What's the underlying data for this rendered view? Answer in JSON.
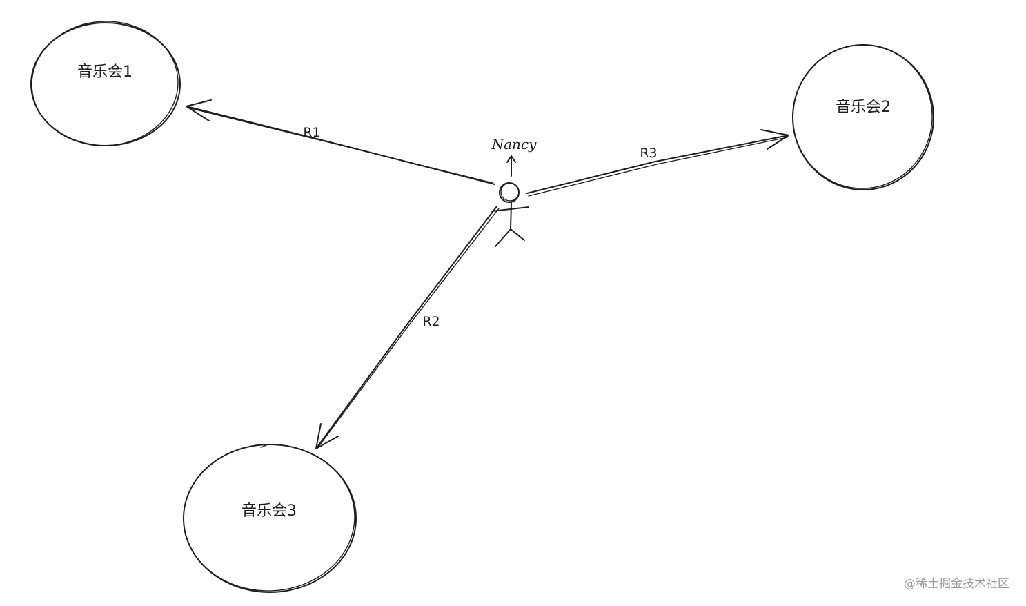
{
  "diagram": {
    "nodes": [
      {
        "id": "concert1",
        "label": "音乐会1"
      },
      {
        "id": "concert2",
        "label": "音乐会2"
      },
      {
        "id": "concert3",
        "label": "音乐会3"
      }
    ],
    "person": {
      "label": "Nancy"
    },
    "edges": [
      {
        "from": "person",
        "to": "concert1",
        "label": "R1"
      },
      {
        "from": "person",
        "to": "concert3",
        "label": "R2"
      },
      {
        "from": "person",
        "to": "concert2",
        "label": "R3"
      }
    ]
  },
  "watermark": "@稀土掘金技术社区",
  "colors": {
    "ink": "#1e1e1e",
    "background": "#ffffff",
    "watermark": "#9a9a9a"
  }
}
